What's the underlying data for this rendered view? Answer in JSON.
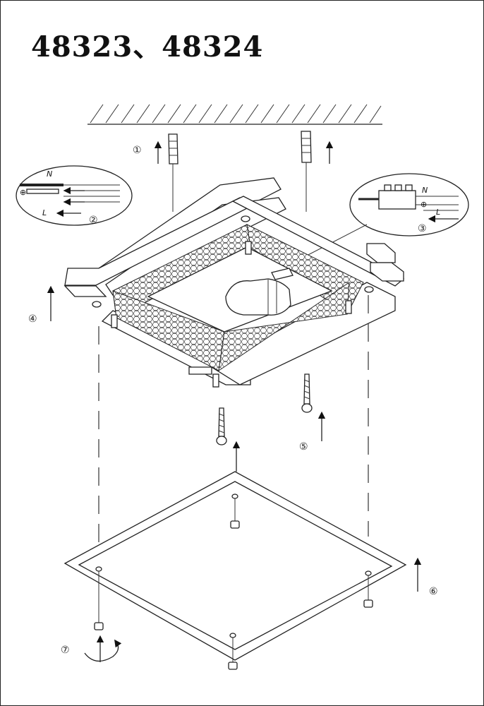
{
  "title": "48323、48324",
  "steps": [
    {
      "id": 1,
      "label": "①"
    },
    {
      "id": 2,
      "label": "②"
    },
    {
      "id": 3,
      "label": "③"
    },
    {
      "id": 4,
      "label": "④"
    },
    {
      "id": 5,
      "label": "⑤"
    },
    {
      "id": 6,
      "label": "⑥"
    },
    {
      "id": 7,
      "label": "⑦"
    }
  ],
  "wiring_left": {
    "neutral": "N",
    "earth": "⊕",
    "live": "L"
  },
  "wiring_right": {
    "neutral": "N",
    "earth": "⊕",
    "live": "L"
  }
}
